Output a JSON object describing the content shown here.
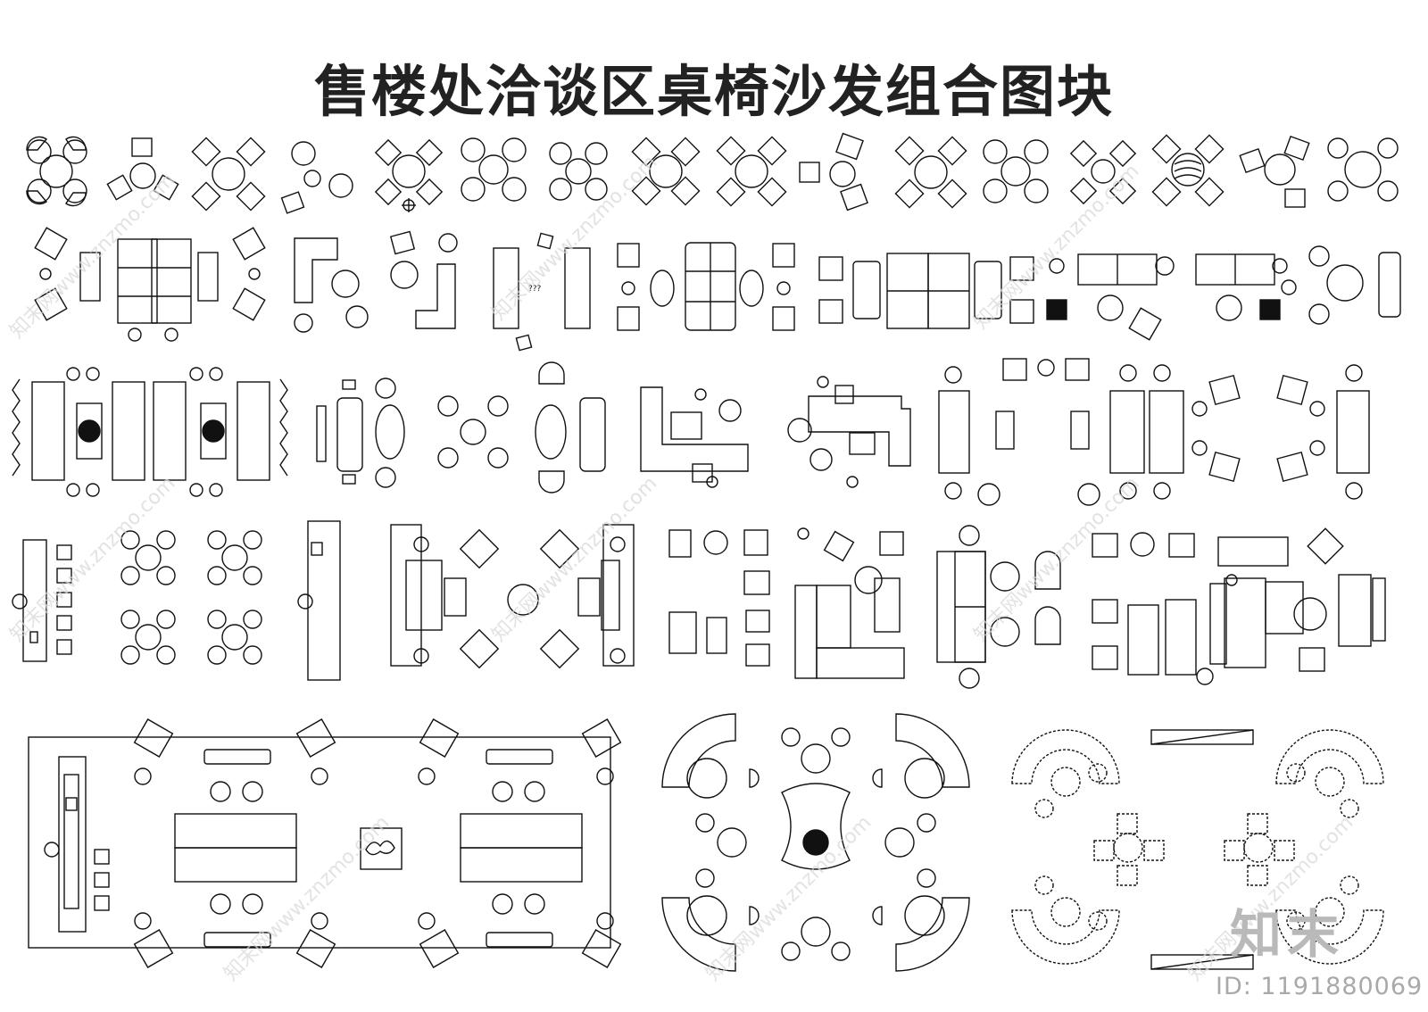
{
  "title": "售楼处洽谈区桌椅沙发组合图块",
  "watermark": {
    "brand": "知末",
    "id_label": "ID: 1191880069",
    "tile_text": "知末网www.znzmo.com"
  },
  "annotations": {
    "sofa_group_note": "???"
  },
  "colors": {
    "line": "#111111",
    "watermark": "#d6d6d6",
    "title": "#222222"
  }
}
